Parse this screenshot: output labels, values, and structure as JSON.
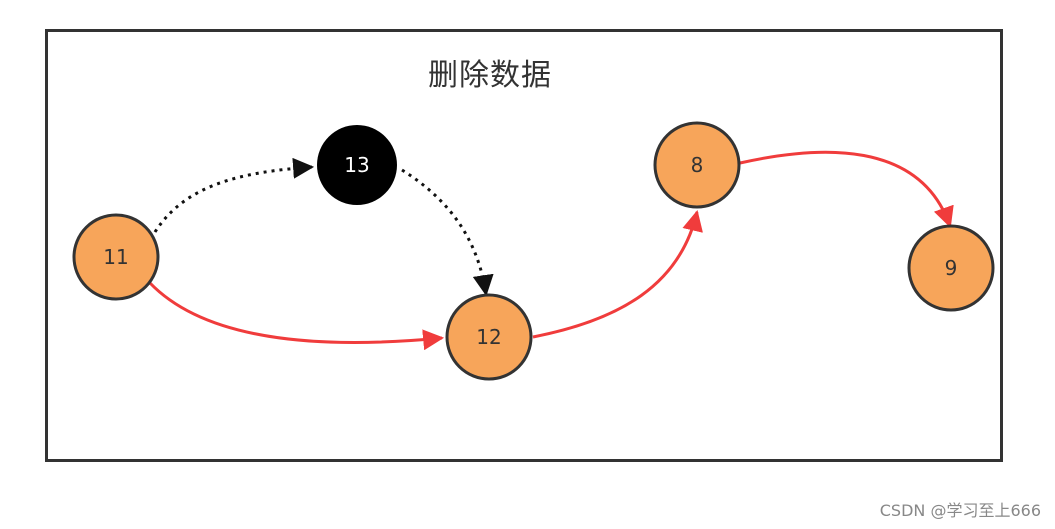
{
  "diagram": {
    "title": "删除数据",
    "nodes": [
      {
        "id": "n11",
        "label": "11",
        "style": "normal"
      },
      {
        "id": "n13",
        "label": "13",
        "style": "deleted"
      },
      {
        "id": "n12",
        "label": "12",
        "style": "normal"
      },
      {
        "id": "n8",
        "label": "8",
        "style": "normal"
      },
      {
        "id": "n9",
        "label": "9",
        "style": "normal"
      }
    ],
    "edges": [
      {
        "from": "n11",
        "to": "n13",
        "style": "dotted"
      },
      {
        "from": "n13",
        "to": "n12",
        "style": "dotted"
      },
      {
        "from": "n11",
        "to": "n12",
        "style": "solid"
      },
      {
        "from": "n12",
        "to": "n8",
        "style": "solid"
      },
      {
        "from": "n8",
        "to": "n9",
        "style": "solid"
      }
    ],
    "colors": {
      "node_fill": "#F7A55A",
      "node_stroke": "#333333",
      "deleted_fill": "#000000",
      "deleted_text": "#ffffff",
      "solid_edge": "#F03C3C",
      "dotted_edge": "#111111",
      "frame": "#333333"
    }
  },
  "footer": {
    "credit": "CSDN @学习至上666"
  }
}
